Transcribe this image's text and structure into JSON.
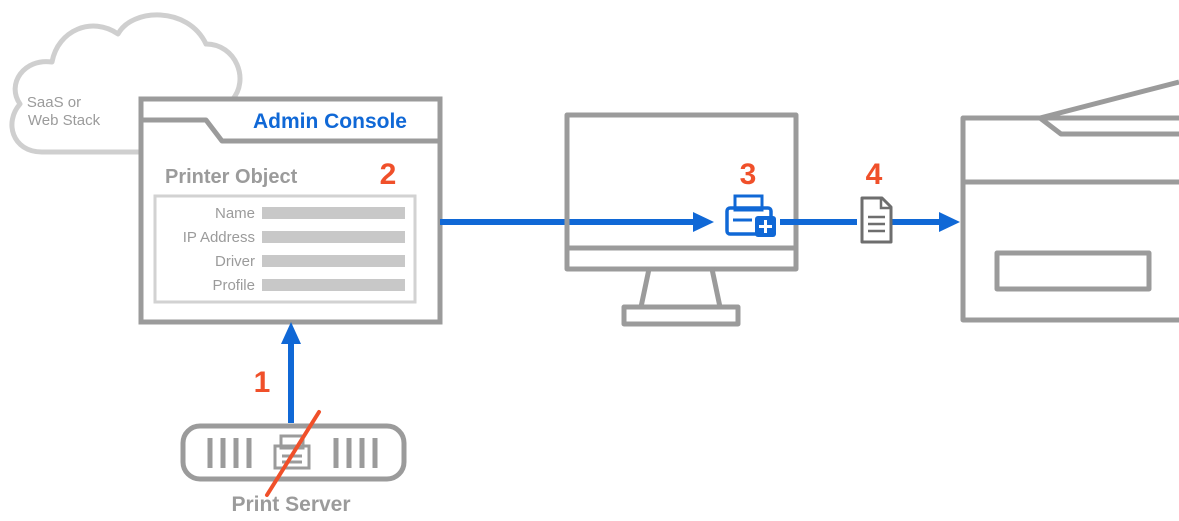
{
  "cloud": {
    "line1": "SaaS or",
    "line2": "Web Stack"
  },
  "admin_console": {
    "title": "Admin Console",
    "section_title": "Printer Object",
    "fields": [
      "Name",
      "IP Address",
      "Driver",
      "Profile"
    ]
  },
  "print_server": {
    "label": "Print Server"
  },
  "steps": {
    "s1": "1",
    "s2": "2",
    "s3": "3",
    "s4": "4"
  },
  "colors": {
    "blue": "#1068d6",
    "gray": "#9b9b9b",
    "light_gray": "#c8c8c8",
    "orange": "#f0502a"
  }
}
